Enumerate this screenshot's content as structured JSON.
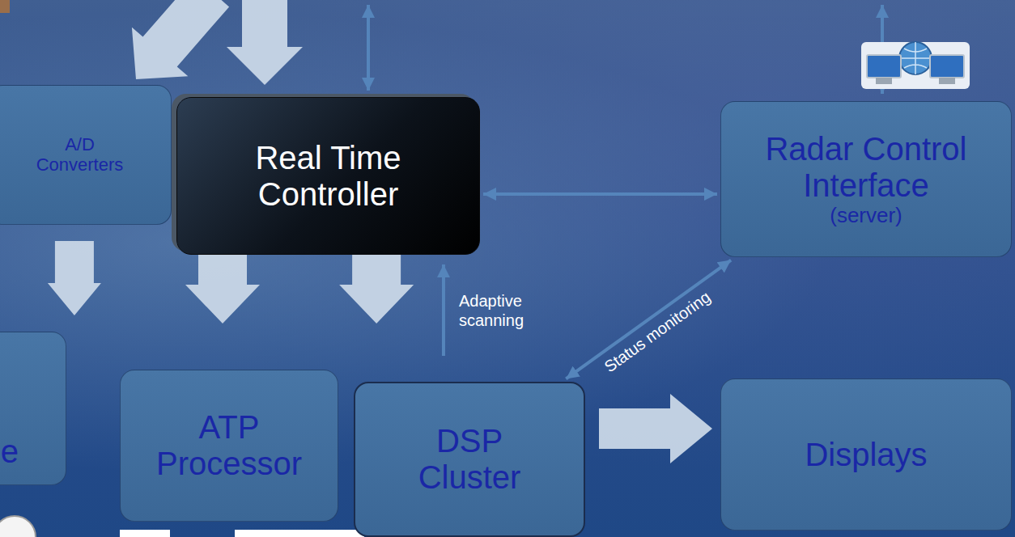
{
  "diagram": {
    "nodes": [
      {
        "text": [
          "A/D Converters"
        ]
      },
      {
        "text": [
          "Real Time Controller"
        ]
      },
      {
        "text": [
          "Radar Control Interface",
          "(server)"
        ]
      },
      {
        "text": [
          "e"
        ]
      },
      {
        "text": [
          "ATP Processor"
        ]
      },
      {
        "text": [
          "DSP Cluster"
        ]
      },
      {
        "text": [
          "Displays"
        ]
      }
    ],
    "edges": [
      {
        "from": 0,
        "to": 3,
        "arrow": "to"
      },
      {
        "from": 1,
        "to": 2,
        "arrow": "both"
      },
      {
        "from": 1,
        "to": 4,
        "arrow": "to"
      },
      {
        "from": 1,
        "to": 5,
        "arrow": "to"
      },
      {
        "from": 5,
        "to": 1,
        "label": "Adaptive scanning",
        "arrow": "to"
      },
      {
        "from": 5,
        "to": 2,
        "label": "Status monitoring",
        "arrow": "both"
      },
      {
        "from": 5,
        "to": 6,
        "arrow": "to"
      }
    ]
  }
}
